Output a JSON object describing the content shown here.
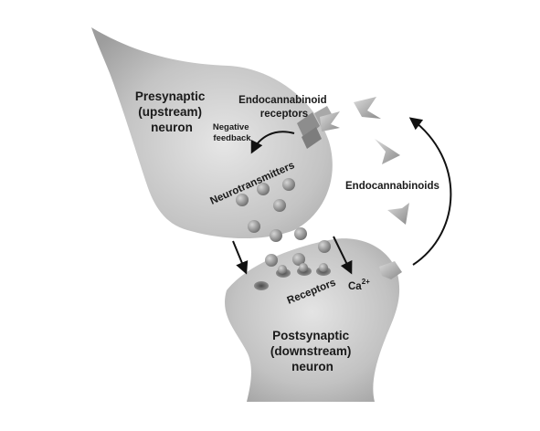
{
  "labels": {
    "presynaptic": [
      "Presynaptic",
      "(upstream)",
      "neuron"
    ],
    "endo_receptors": [
      "Endocannabinoid",
      "receptors"
    ],
    "negative_feedback": [
      "Negative",
      "feedback"
    ],
    "neurotransmitters": "Neurotransmitters",
    "endocannabinoids": "Endocannabinoids",
    "receptors": "Receptors",
    "calcium": "Ca",
    "calcium_sup": "2+",
    "postsynaptic": [
      "Postsynaptic",
      "(downstream)",
      "neuron"
    ]
  },
  "colors": {
    "neuron_fill_light": "#d9d9d9",
    "neuron_fill_dark": "#9a9a9a",
    "arrow": "#111111",
    "vesicle": "#8c8c8c"
  }
}
